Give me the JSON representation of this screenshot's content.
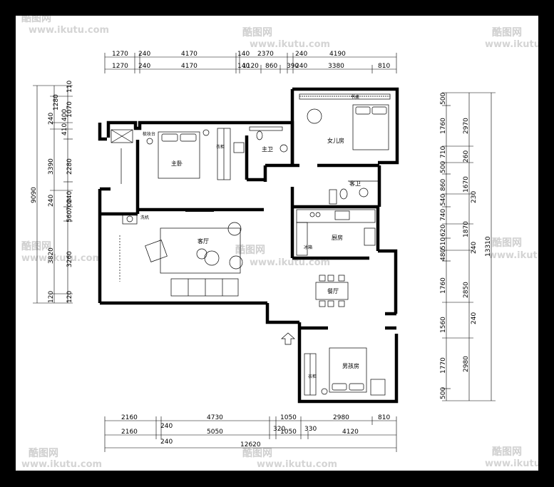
{
  "watermark": {
    "logo": "酷图网",
    "url": "www.ikutu.com"
  },
  "dimensions": {
    "top_row1": [
      "1270",
      "240",
      "4170",
      "140",
      "2370",
      "240",
      "4190"
    ],
    "top_row2": [
      "1270",
      "240",
      "4170",
      "140",
      "1120",
      "860",
      "390",
      "240",
      "3380",
      "810"
    ],
    "bottom_row1": [
      "2160",
      "4730",
      "1050",
      "2980",
      "810"
    ],
    "bottom_row2": [
      "2160",
      "240",
      "5050",
      "320",
      "1050",
      "330",
      "4120"
    ],
    "bottom_extra_240": "240",
    "bottom_total": "12620",
    "left_col1": [
      "110",
      "240",
      "1280",
      "3390",
      "240",
      "3820",
      "120"
    ],
    "left_col2": [
      "400",
      "410",
      "1070",
      "2280",
      "240",
      "700",
      "560",
      "3260",
      "120"
    ],
    "left_total": "9090",
    "right_col1": [
      "500",
      "1760",
      "710",
      "500",
      "860",
      "540",
      "740",
      "620",
      "510",
      "480",
      "1760",
      "1560",
      "1770",
      "500"
    ],
    "right_col2": [
      "2970",
      "260",
      "1670",
      "230",
      "1870",
      "240",
      "2850",
      "240",
      "2980"
    ],
    "right_total": "13310"
  },
  "rooms": {
    "master_bedroom": "主卧",
    "master_bath": "主卫",
    "daughter_room": "女儿房",
    "guest_bath": "客卫",
    "living_room": "客厅",
    "kitchen": "厨房",
    "dining_room": "餐厅",
    "boy_room": "男孩房"
  },
  "labels": {
    "vanity": "梳妆台",
    "closet": "衣柜",
    "desk": "书桌",
    "washer": "洗机",
    "fridge": "冰箱",
    "wardrobe": "衣柜"
  }
}
